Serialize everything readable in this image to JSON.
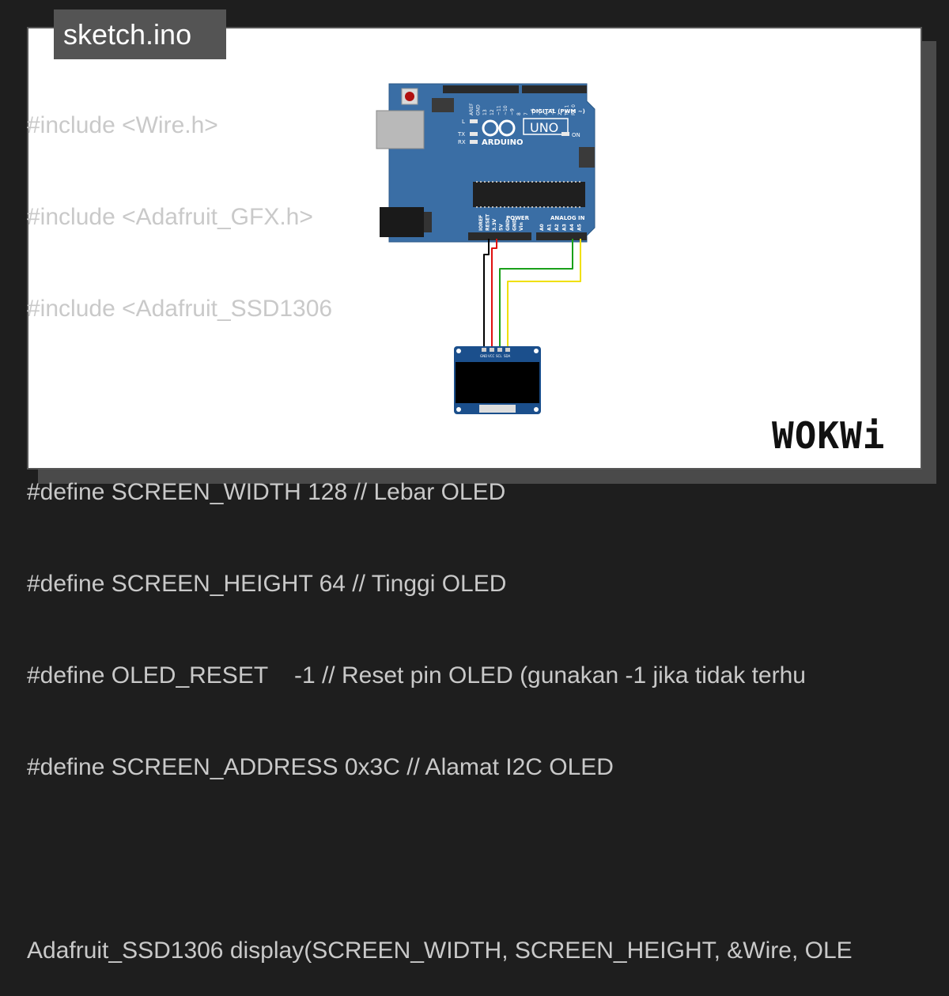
{
  "file_tab": {
    "label": "sketch.ino"
  },
  "code": {
    "lines": [
      "#include <Wire.h>",
      "#include <Adafruit_GFX.h>",
      "#include <Adafruit_SSD1306",
      "",
      "#define SCREEN_WIDTH 128 // Lebar OLED",
      "#define SCREEN_HEIGHT 64 // Tinggi OLED",
      "#define OLED_RESET    -1 // Reset pin OLED (gunakan -1 jika tidak terhu",
      "#define SCREEN_ADDRESS 0x3C // Alamat I2C OLED",
      "",
      "Adafruit_SSD1306 display(SCREEN_WIDTH, SCREEN_HEIGHT, &Wire, OLE"
    ]
  },
  "board": {
    "brand": "ARDUINO",
    "model": "UNO",
    "digital_label": "DIGITAL (PWM ~)",
    "on_label": "ON",
    "led_l": "L",
    "led_tx": "TX",
    "led_rx": "RX",
    "power_label": "POWER",
    "analog_label": "ANALOG IN",
    "top_pins": [
      "AREF",
      "GND",
      "13",
      "12",
      "~11",
      "~10",
      "~9",
      "8",
      "7",
      "~6",
      "~5",
      "4",
      "~3",
      "2",
      "TX 1",
      "RX 0"
    ],
    "power_pins": [
      "IOREF",
      "RESET",
      "3.3V",
      "5V",
      "GND",
      "GND",
      "Vin"
    ],
    "analog_pins": [
      "A0",
      "A1",
      "A2",
      "A3",
      "A4",
      "A5"
    ]
  },
  "oled": {
    "pins": [
      "GND",
      "VCC",
      "SCL",
      "SDA"
    ]
  },
  "colors": {
    "board": "#3a6ea5",
    "wire_gnd": "#000000",
    "wire_vcc": "#e01010",
    "wire_scl": "#1aa01a",
    "wire_sda": "#f0e000"
  },
  "logo": {
    "text": "WOKWi"
  }
}
